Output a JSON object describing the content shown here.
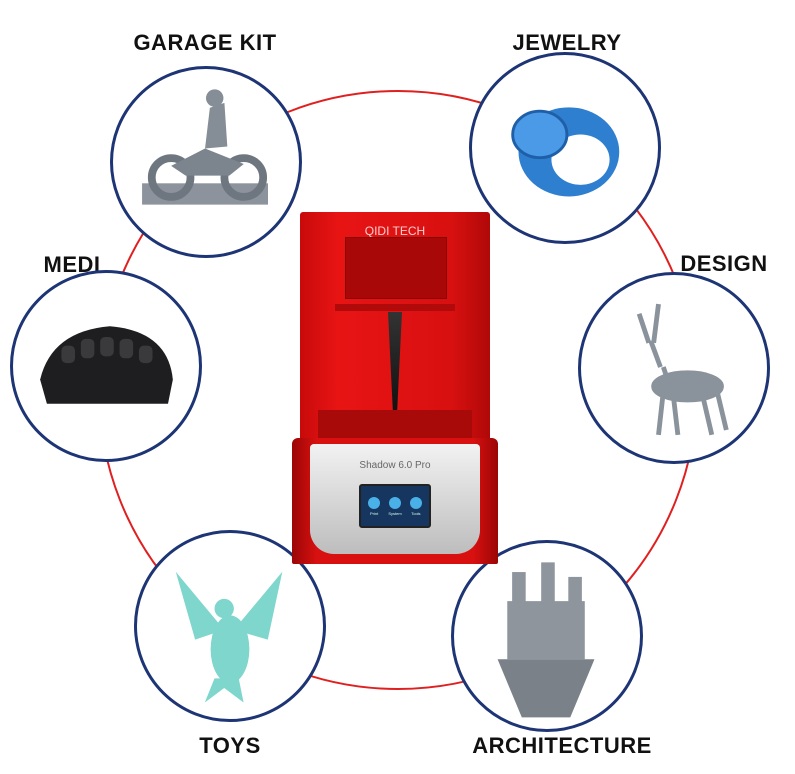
{
  "categories": [
    {
      "id": "garage-kit",
      "label": "GARAGE KIT"
    },
    {
      "id": "jewelry",
      "label": "JEWELRY"
    },
    {
      "id": "medi",
      "label": "MEDI"
    },
    {
      "id": "design",
      "label": "DESIGN"
    },
    {
      "id": "toys",
      "label": "TOYS"
    },
    {
      "id": "architecture",
      "label": "ARCHITECTURE"
    }
  ],
  "printer": {
    "brand": "QIDI TECH",
    "model": "Shadow 6.0 Pro",
    "screen_buttons": [
      "Print",
      "System",
      "Tools"
    ]
  },
  "colors": {
    "ring": "#e02020",
    "bubble_border": "#1d3475",
    "printer_red": "#d81010"
  }
}
